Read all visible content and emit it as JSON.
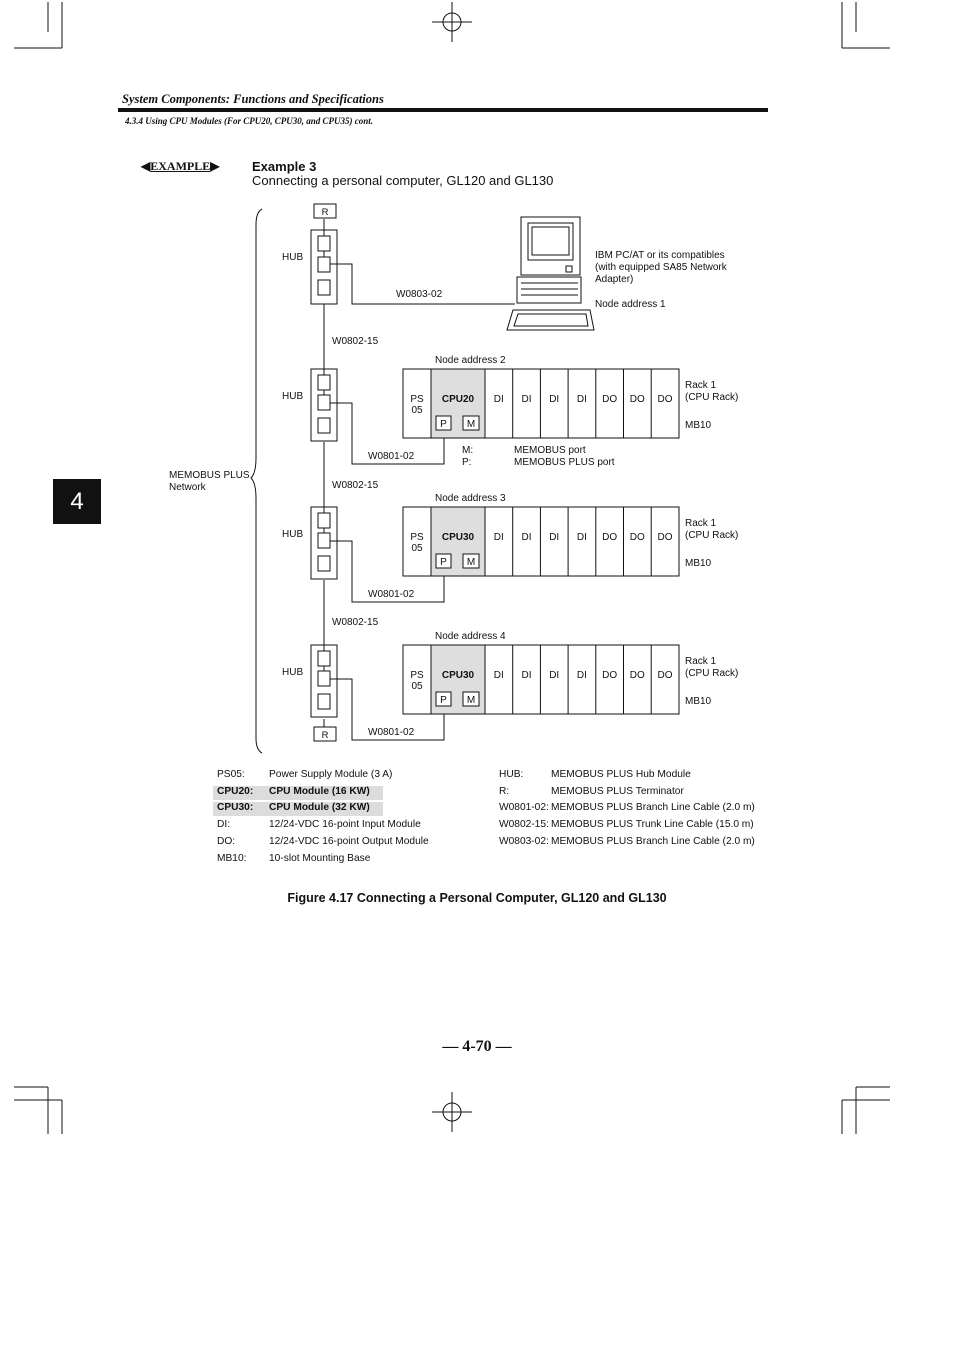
{
  "header": {
    "running_title": "System Components: Functions and Specifications",
    "subsection": "4.3.4 Using CPU Modules (For CPU20, CPU30, and CPU35) cont."
  },
  "chapter_tab": "4",
  "example": {
    "badge": "EXAMPLE",
    "title": "Example 3",
    "subtitle": "Connecting a personal computer, GL120 and GL130"
  },
  "diagram": {
    "terminator_label": "R",
    "hub_label": "HUB",
    "network_label_line1": "MEMOBUS PLUS",
    "network_label_line2": "Network",
    "pc": {
      "desc_line1": "IBM PC/AT or its compatibles",
      "desc_line2": "(with equipped SA85 Network",
      "desc_line3": "Adapter)",
      "node": "Node address 1",
      "cable": "W0803-02"
    },
    "trunk_cable": "W0802-15",
    "branch_cable": "W0801-02",
    "ps_line1": "PS",
    "ps_line2": "05",
    "port_p": "P",
    "port_m": "M",
    "slots": [
      "DI",
      "DI",
      "DI",
      "DI",
      "DO",
      "DO",
      "DO"
    ],
    "rack_line1": "Rack 1",
    "rack_line2": "(CPU Rack)",
    "mounting_base": "MB10",
    "port_legend": {
      "m_key": "M:",
      "m_val": "MEMOBUS port",
      "p_key": "P:",
      "p_val": "MEMOBUS PLUS port"
    },
    "racks": [
      {
        "node": "Node address 2",
        "cpu": "CPU20"
      },
      {
        "node": "Node address 3",
        "cpu": "CPU30"
      },
      {
        "node": "Node address 4",
        "cpu": "CPU30"
      }
    ]
  },
  "legend_left": [
    {
      "key": "PS05:",
      "value": "Power Supply Module (3 A)"
    },
    {
      "key": "CPU20:",
      "value": "CPU Module (16 KW)"
    },
    {
      "key": "CPU30:",
      "value": "CPU Module (32 KW)"
    },
    {
      "key": "DI:",
      "value": "12/24-VDC 16-point Input Module"
    },
    {
      "key": "DO:",
      "value": "12/24-VDC 16-point Output Module"
    },
    {
      "key": "MB10:",
      "value": "10-slot Mounting Base"
    }
  ],
  "legend_right": [
    {
      "key": "HUB:",
      "value": "MEMOBUS PLUS Hub Module"
    },
    {
      "key": "R:",
      "value": "MEMOBUS PLUS Terminator"
    },
    {
      "key": "W0801-02:",
      "value": "MEMOBUS PLUS Branch Line Cable (2.0 m)"
    },
    {
      "key": "W0802-15:",
      "value": "MEMOBUS PLUS Trunk Line Cable (15.0 m)"
    },
    {
      "key": "W0803-02:",
      "value": "MEMOBUS PLUS Branch Line Cable (2.0 m)"
    }
  ],
  "caption": "Figure 4.17 Connecting a Personal Computer, GL120 and GL130",
  "page_number": "— 4-70 —"
}
